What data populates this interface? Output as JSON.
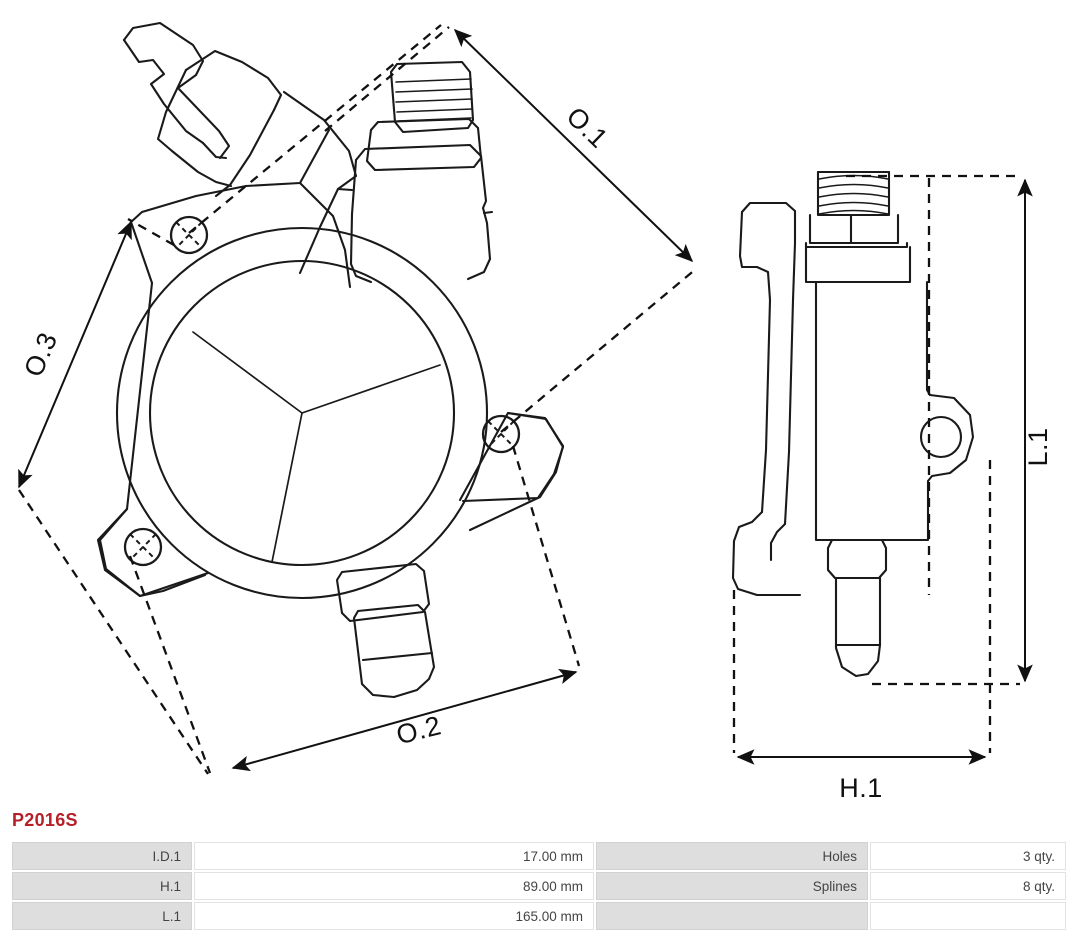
{
  "title": "P2016S",
  "drawing": {
    "alt": "Vacuum pump technical drawing with front and side views",
    "dimension_labels": {
      "o1": "O.1",
      "o2": "O.2",
      "o3": "O.3",
      "h1": "H.1",
      "l1": "L.1"
    },
    "views": {
      "front": "front-view",
      "side": "side-view"
    },
    "features": {
      "mounting_holes": 3,
      "hub_spokes": 3,
      "threaded_port": "threaded-port",
      "outlet_nozzle": "outlet-nozzle"
    },
    "line_color": "#1a1a1a"
  },
  "spec_table": {
    "rows": [
      {
        "label_left": "I.D.1",
        "value_left": "17.00 mm",
        "label_right": "Holes",
        "value_right": "3 qty."
      },
      {
        "label_left": "H.1",
        "value_left": "89.00 mm",
        "label_right": "Splines",
        "value_right": "8 qty."
      },
      {
        "label_left": "L.1",
        "value_left": "165.00 mm",
        "label_right": "",
        "value_right": ""
      }
    ]
  }
}
